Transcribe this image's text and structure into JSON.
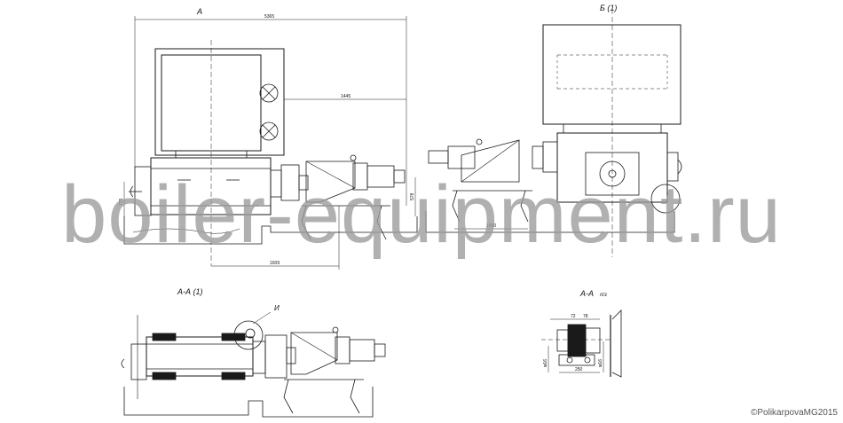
{
  "views": {
    "main_label": "A",
    "view_b_label": "Б (1)",
    "section_aa1_label": "А-А (1)",
    "section_aa_label": "А-А",
    "section_aa_scale": "п/з",
    "callout_label": "И"
  },
  "dimensions": {
    "overall_width": "5365",
    "hopper_offset": "1445",
    "base_left_height": "775",
    "base_span": "1609",
    "right_height": "578",
    "right_span": "1000",
    "aa_top_a": "72",
    "aa_top_b": "78",
    "aa_left": "м16",
    "aa_right": "м16",
    "aa_bottom": "250"
  },
  "watermark": "boiler-equipment.ru",
  "credit": "©PolikarpovaMG2015",
  "colors": {
    "line": "#1a1a1a",
    "watermark": "#9a9a9a",
    "background": "#ffffff"
  }
}
